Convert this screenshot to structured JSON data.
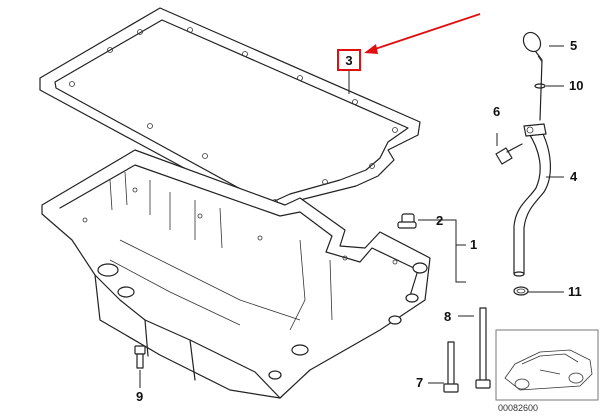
{
  "diagram": {
    "callouts": [
      "3",
      "5",
      "10",
      "6",
      "4",
      "2",
      "1",
      "11",
      "8",
      "9",
      "7"
    ],
    "part_number": "00082600",
    "highlight": {
      "callout": "3",
      "box_color": "#e01010",
      "arrow_color": "#e01010"
    },
    "line_color": "#222222"
  }
}
